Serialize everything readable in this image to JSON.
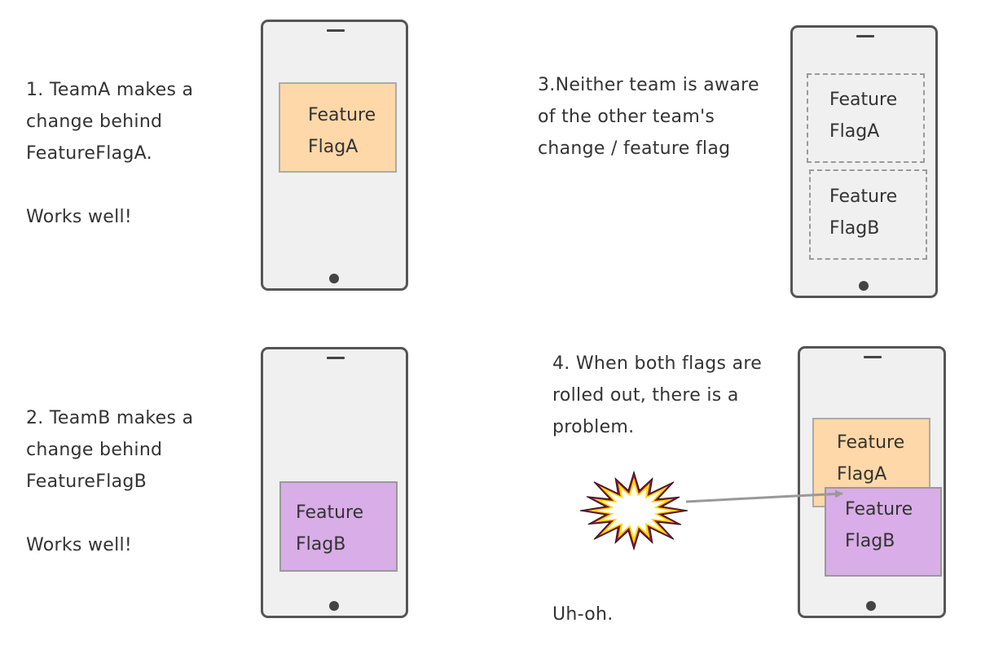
{
  "panels": [
    {
      "caption": [
        "1. TeamA makes a",
        "change behind",
        "FeatureFlagA.",
        "",
        "Works well!"
      ],
      "flags": [
        {
          "lines": [
            "Feature",
            "FlagA"
          ],
          "style": "a"
        }
      ]
    },
    {
      "caption": [
        "2. TeamB makes a",
        "change behind",
        "FeatureFlagB",
        "",
        "Works well!"
      ],
      "flags": [
        {
          "lines": [
            "Feature",
            "FlagB"
          ],
          "style": "b"
        }
      ]
    },
    {
      "caption": [
        "3.Neither team is aware",
        "of the other team's",
        "change / feature flag"
      ],
      "flags": [
        {
          "lines": [
            "Feature",
            "FlagA"
          ],
          "style": "dashed"
        },
        {
          "lines": [
            "Feature",
            "FlagB"
          ],
          "style": "dashed"
        }
      ]
    },
    {
      "caption": [
        "4. When both flags are",
        "rolled out, there is a",
        "problem."
      ],
      "footer": "Uh-oh.",
      "flags": [
        {
          "lines": [
            "Feature",
            "FlagA"
          ],
          "style": "a"
        },
        {
          "lines": [
            "Feature",
            "FlagB"
          ],
          "style": "b"
        }
      ]
    }
  ],
  "colors": {
    "flag_a_fill": "#fed8a8",
    "flag_b_fill": "#d9ade8",
    "phone_fill": "#f0f0f0",
    "phone_stroke": "#555555",
    "burst_outer": "#8b1a3a",
    "burst_middle": "#ffdd00",
    "burst_inner": "#ffffff",
    "arrow": "#999999"
  },
  "icons": [
    "explosion-icon",
    "arrow-icon"
  ]
}
